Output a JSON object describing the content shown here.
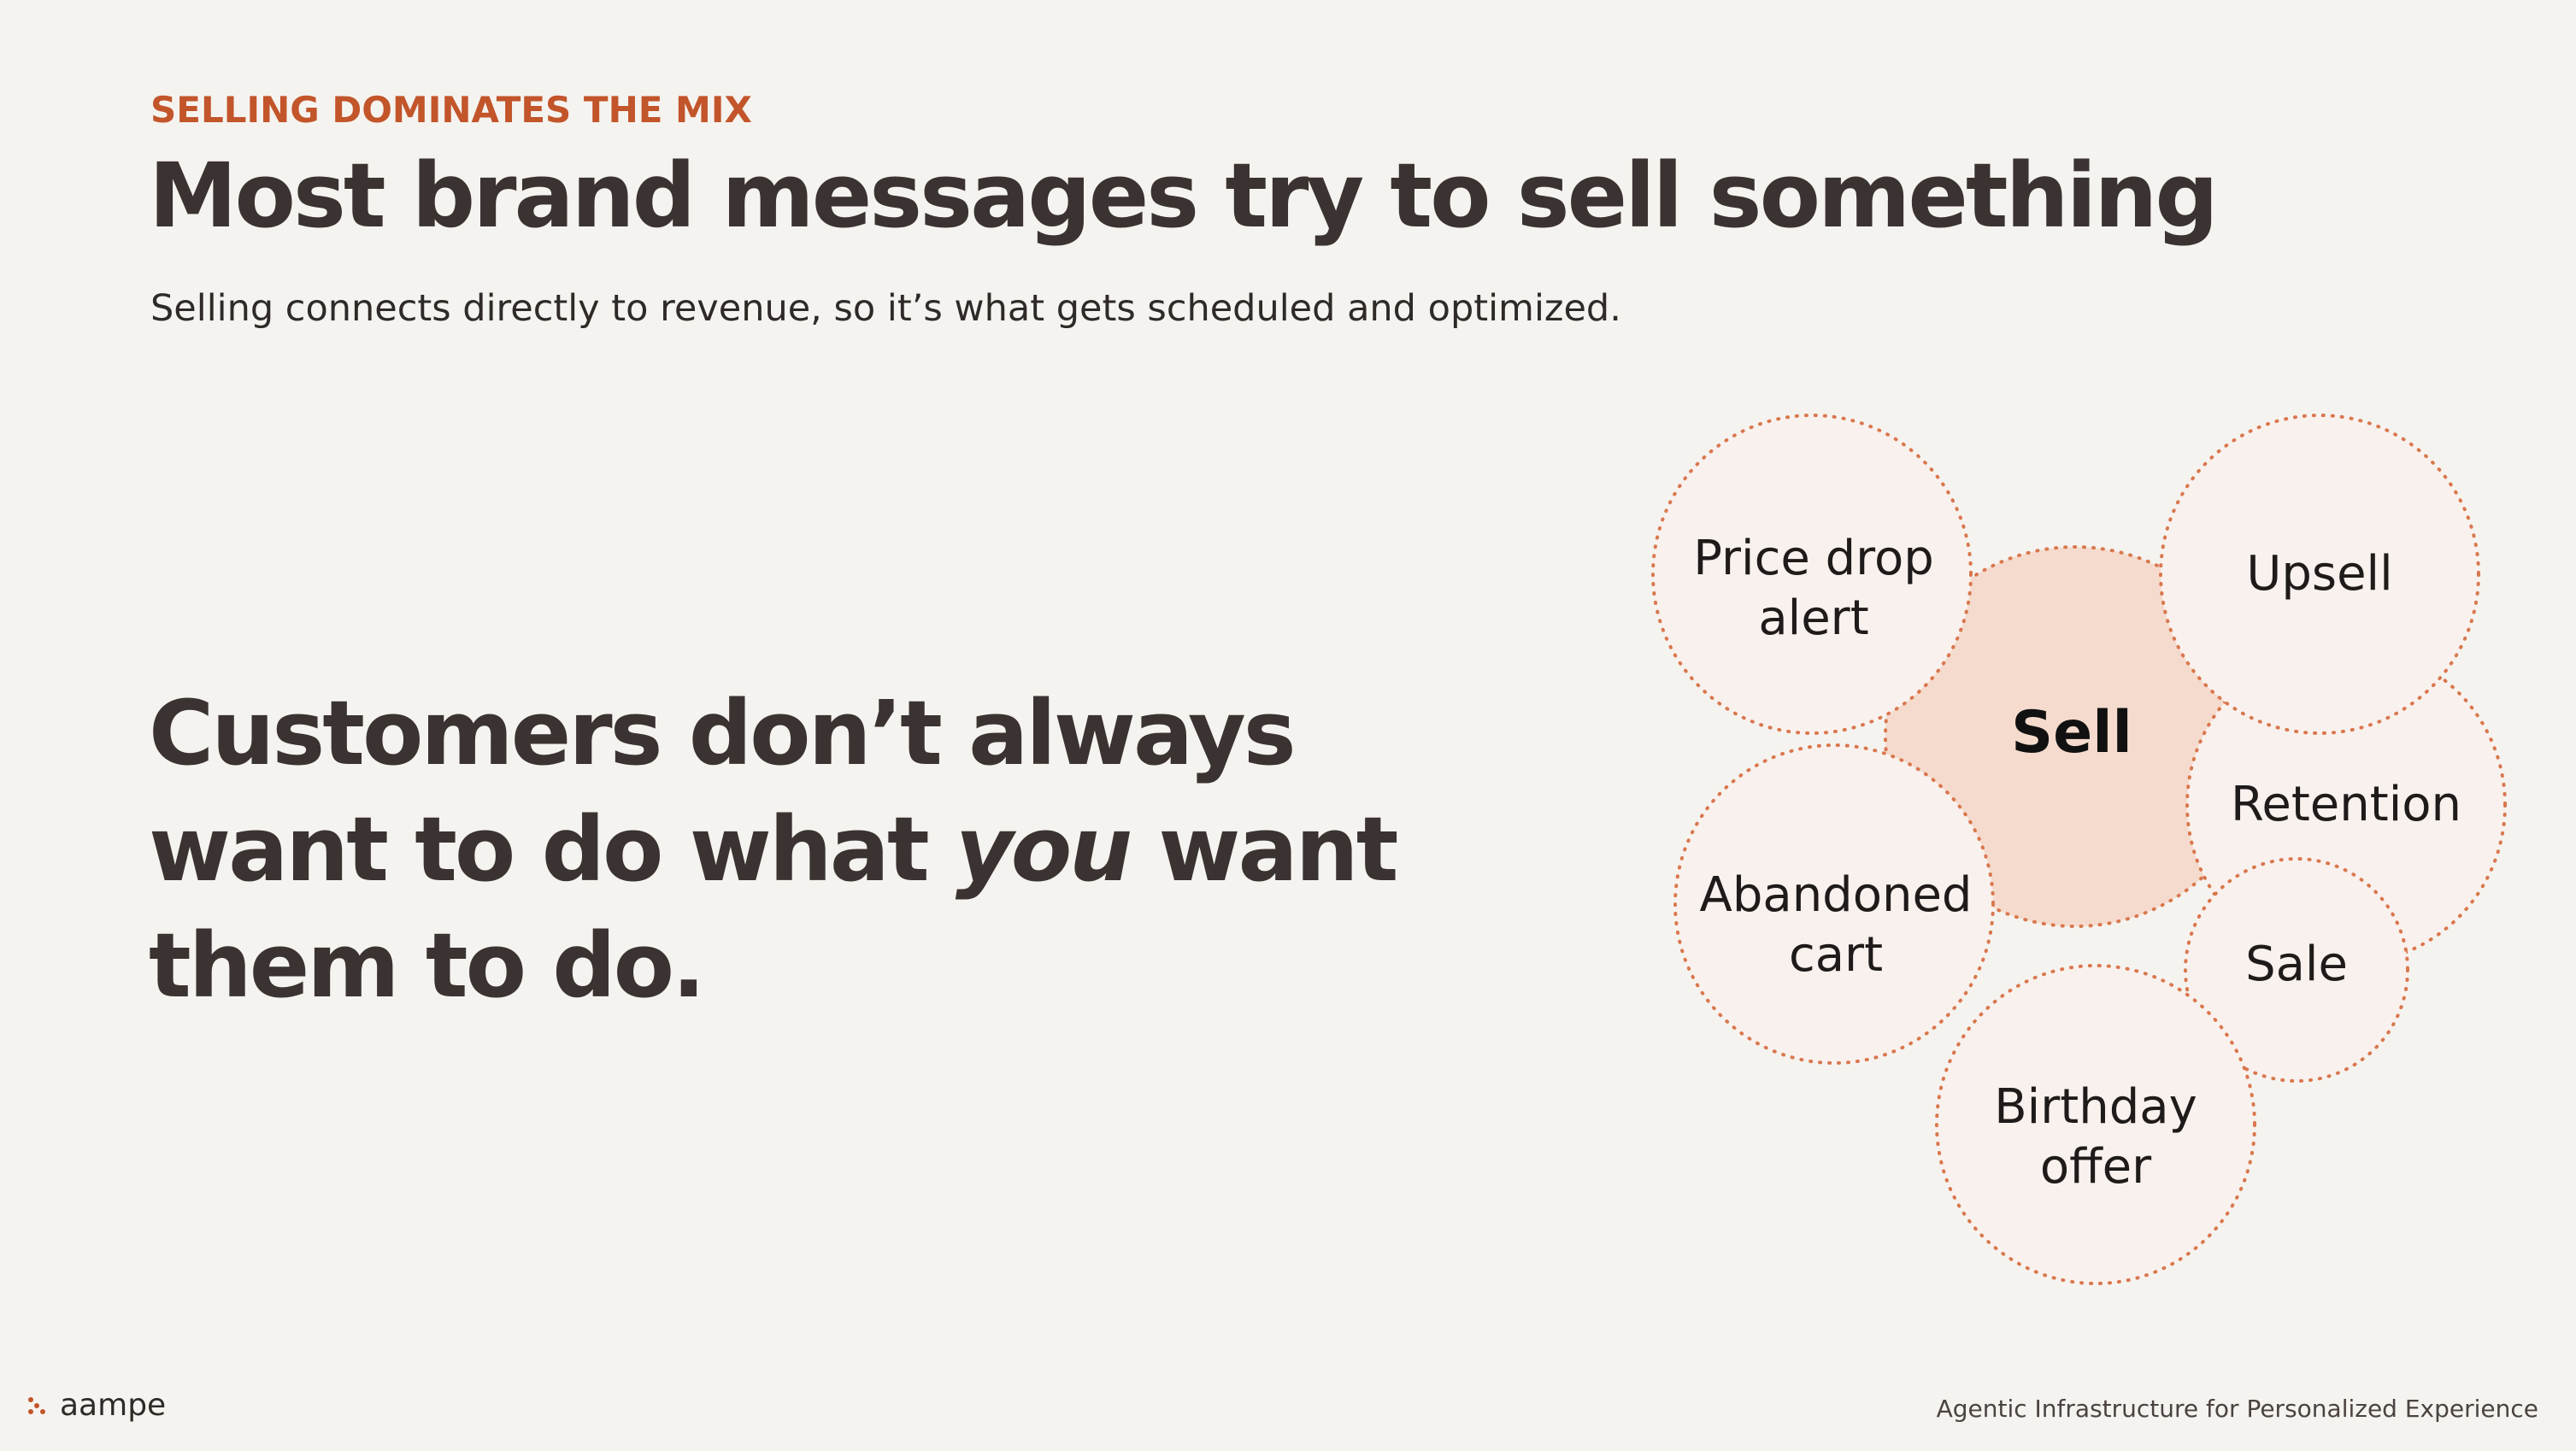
{
  "header": {
    "eyebrow": "SELLING DOMINATES THE MIX",
    "title": "Most brand messages try to sell something",
    "subtitle": "Selling connects directly to revenue, so it’s what gets scheduled and optimized."
  },
  "statement": {
    "line1": "Customers don’t always",
    "line2_before": "want to do what ",
    "line2_emphasis": "you",
    "line2_after": " want",
    "line3": "them to do."
  },
  "diagram": {
    "center": "Sell",
    "bubbles": {
      "price_drop_line1": "Price drop",
      "price_drop_line2": "alert",
      "upsell": "Upsell",
      "retention": "Retention",
      "abandoned_line1": "Abandoned",
      "abandoned_line2": "cart",
      "sale": "Sale",
      "birthday_line1": "Birthday",
      "birthday_line2": "offer"
    },
    "colors": {
      "center_fill": "#f5dbcd",
      "bubble_fill": "#f9f1ed",
      "dot_outline": "#d9774e"
    }
  },
  "footer": {
    "logo": "aampe",
    "tagline": "Agentic Infrastructure for Personalized Experience"
  },
  "colors": {
    "background": "#f5f3ef",
    "accent": "#c2552a",
    "text": "#3a3331"
  }
}
